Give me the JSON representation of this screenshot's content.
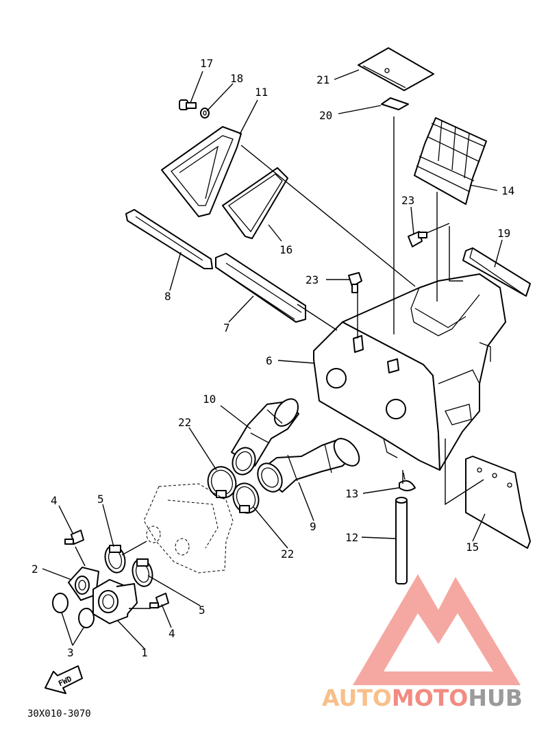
{
  "diagram_code": "30X010-3070",
  "fwd_label": "FWD",
  "watermark": {
    "part1": "AUTO",
    "part2": "MOTO",
    "part3": "HUB",
    "color1": "#f7c08a",
    "color2": "#f28b82",
    "color3": "#9a9a9a",
    "logo_color": "#f28b82"
  },
  "parts": {
    "p1": "1",
    "p2": "2",
    "p3": "3",
    "p4a": "4",
    "p4b": "4",
    "p5a": "5",
    "p5b": "5",
    "p6": "6",
    "p7": "7",
    "p8": "8",
    "p9": "9",
    "p10": "10",
    "p11": "11",
    "p12": "12",
    "p13": "13",
    "p14": "14",
    "p15": "15",
    "p16": "16",
    "p17": "17",
    "p18": "18",
    "p19": "19",
    "p20": "20",
    "p21": "21",
    "p22a": "22",
    "p22b": "22",
    "p23a": "23",
    "p23b": "23"
  }
}
